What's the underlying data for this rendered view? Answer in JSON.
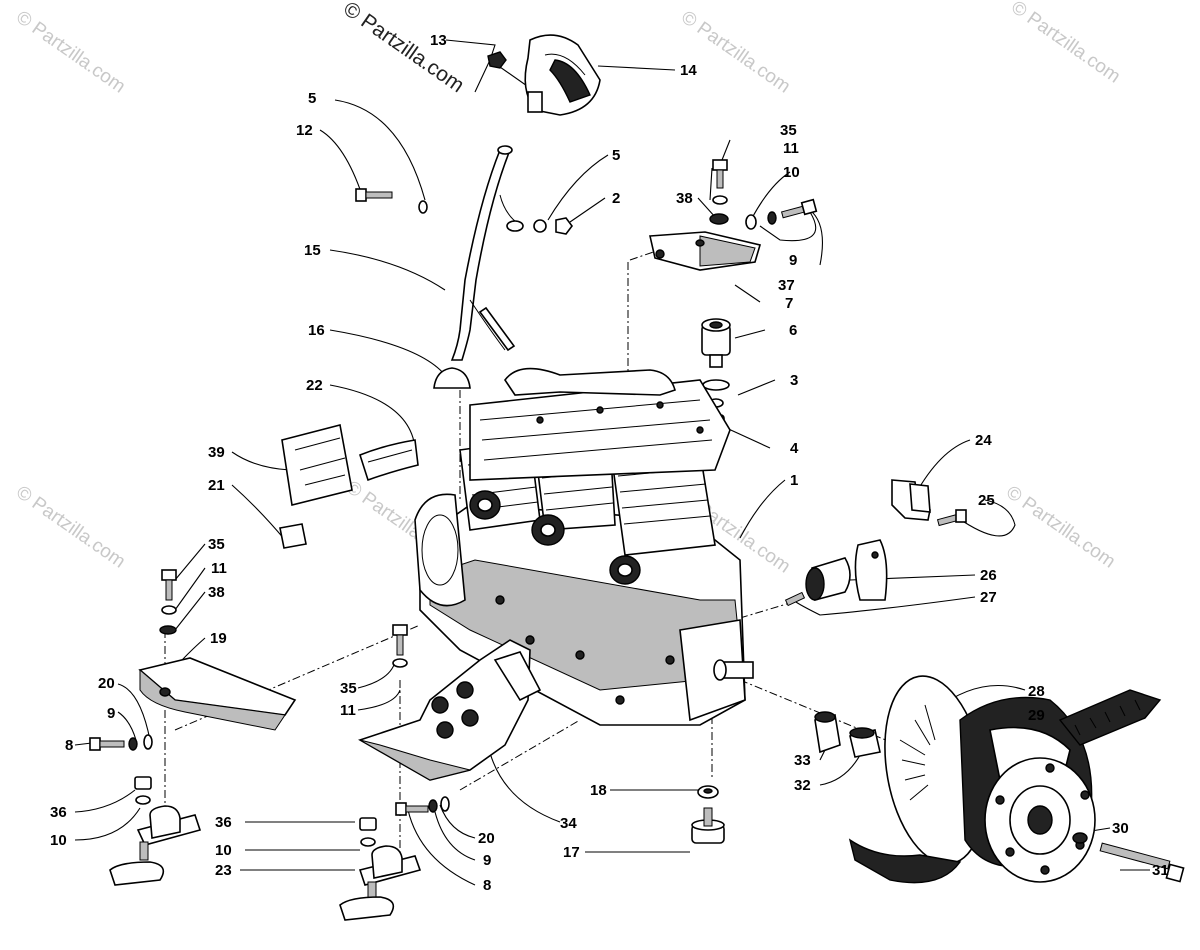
{
  "watermarks": {
    "primary": "© Partzilla.com",
    "repeat": "© Partzilla.com"
  },
  "callouts": [
    {
      "id": "c13",
      "label": "13"
    },
    {
      "id": "c14",
      "label": "14"
    },
    {
      "id": "c5a",
      "label": "5"
    },
    {
      "id": "c12",
      "label": "12"
    },
    {
      "id": "c5b",
      "label": "5"
    },
    {
      "id": "c2",
      "label": "2"
    },
    {
      "id": "c15",
      "label": "15"
    },
    {
      "id": "c35a",
      "label": "35"
    },
    {
      "id": "c11a",
      "label": "11"
    },
    {
      "id": "c10a",
      "label": "10"
    },
    {
      "id": "c38a",
      "label": "38"
    },
    {
      "id": "c9a",
      "label": "9"
    },
    {
      "id": "c37",
      "label": "37"
    },
    {
      "id": "c7",
      "label": "7"
    },
    {
      "id": "c6",
      "label": "6"
    },
    {
      "id": "c16",
      "label": "16"
    },
    {
      "id": "c3",
      "label": "3"
    },
    {
      "id": "c22",
      "label": "22"
    },
    {
      "id": "c4",
      "label": "4"
    },
    {
      "id": "c39",
      "label": "39"
    },
    {
      "id": "c24",
      "label": "24"
    },
    {
      "id": "c1",
      "label": "1"
    },
    {
      "id": "c21",
      "label": "21"
    },
    {
      "id": "c25",
      "label": "25"
    },
    {
      "id": "c35b",
      "label": "35"
    },
    {
      "id": "c11b",
      "label": "11"
    },
    {
      "id": "c38b",
      "label": "38"
    },
    {
      "id": "c26",
      "label": "26"
    },
    {
      "id": "c27",
      "label": "27"
    },
    {
      "id": "c19",
      "label": "19"
    },
    {
      "id": "c28",
      "label": "28"
    },
    {
      "id": "c35c",
      "label": "35"
    },
    {
      "id": "c20a",
      "label": "20"
    },
    {
      "id": "c29",
      "label": "29"
    },
    {
      "id": "c11c",
      "label": "11"
    },
    {
      "id": "c9b",
      "label": "9"
    },
    {
      "id": "c8a",
      "label": "8"
    },
    {
      "id": "c33",
      "label": "33"
    },
    {
      "id": "c32",
      "label": "32"
    },
    {
      "id": "c18",
      "label": "18"
    },
    {
      "id": "c36a",
      "label": "36"
    },
    {
      "id": "c34",
      "label": "34"
    },
    {
      "id": "c20b",
      "label": "20"
    },
    {
      "id": "c10b",
      "label": "10"
    },
    {
      "id": "c36b",
      "label": "36"
    },
    {
      "id": "c30",
      "label": "30"
    },
    {
      "id": "c10c",
      "label": "10"
    },
    {
      "id": "c9c",
      "label": "9"
    },
    {
      "id": "c17",
      "label": "17"
    },
    {
      "id": "c31",
      "label": "31"
    },
    {
      "id": "c23",
      "label": "23"
    },
    {
      "id": "c8b",
      "label": "8"
    }
  ]
}
